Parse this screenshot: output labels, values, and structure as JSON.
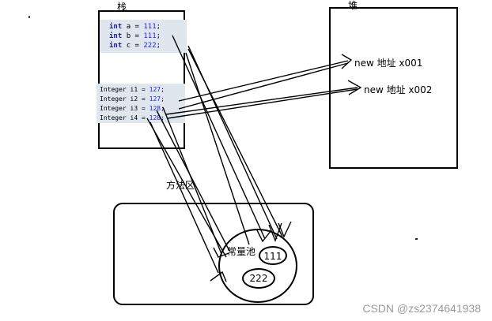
{
  "stack": {
    "title": "栈",
    "int_lines": [
      {
        "type": "int",
        "name": "a",
        "value": "111"
      },
      {
        "type": "int",
        "name": "b",
        "value": "111"
      },
      {
        "type": "int",
        "name": "c",
        "value": "222"
      }
    ],
    "integer_lines": [
      {
        "type": "Integer",
        "name": "i1",
        "value": "127"
      },
      {
        "type": "Integer",
        "name": "i2",
        "value": "127"
      },
      {
        "type": "Integer",
        "name": "i3",
        "value": "128"
      },
      {
        "type": "Integer",
        "name": "i4",
        "value": "128"
      }
    ]
  },
  "heap": {
    "title": "堆",
    "objects": [
      {
        "label": "new 地址 x001"
      },
      {
        "label": "new 地址 x002"
      }
    ]
  },
  "method_area": {
    "title": "方法区",
    "constant_pool": {
      "title": "常量池",
      "values": [
        "111",
        "222"
      ]
    }
  },
  "watermark": "CSDN @zs2374641938"
}
